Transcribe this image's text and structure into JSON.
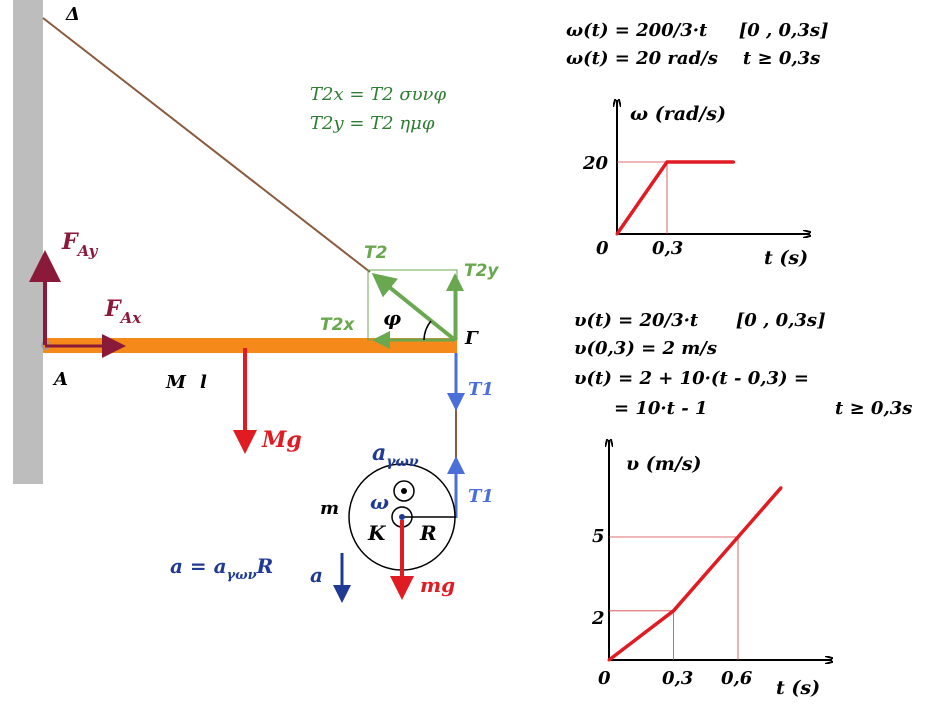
{
  "colors": {
    "wall": "#bdbdbd",
    "rod": "#f58a1a",
    "rope": "#8b5a3c",
    "dark_red": "#8b1a3a",
    "red": "#e11b22",
    "green": "#6aa84f",
    "green_text": "#2e7d32",
    "blue": "#4a6fd8",
    "navy": "#1f3a93",
    "graph_red": "#e11b22",
    "guide": "#d04040",
    "black": "#000000"
  },
  "labels": {
    "delta": "Δ",
    "A": "A",
    "gamma": "Γ",
    "F_Ay_main": "F",
    "F_Ay_sub": "Ay",
    "F_Ax_main": "F",
    "F_Ax_sub": "Ax",
    "M": "M",
    "l": "l",
    "Mg": "Mg",
    "T2": "T2",
    "T2x": "T2x",
    "T2y": "T2y",
    "phi": "φ",
    "T1_top": "T1",
    "T1_bottom": "T1",
    "a_gwn_main": "a",
    "a_gwn_sub": "γων",
    "omega": "ω",
    "m": "m",
    "K": "K",
    "R": "R",
    "mg": "mg",
    "a_eq_main": "a = a",
    "a_eq_sub": "γων",
    "a_eq_R": "R",
    "a": "a"
  },
  "equations": {
    "t2x": "T2x = T2 συνφ",
    "t2y": "T2y = T2 ημφ",
    "omega_line1": "ω(t) = 200/3·t     [0 , 0,3s]",
    "omega_line2": "ω(t) = 20 rad/s    t ≥ 0,3s",
    "v_line1": "υ(t) = 20/3·t      [0 , 0,3s]",
    "v_line2": "υ(0,3) = 2 m/s",
    "v_line3": "υ(t) = 2 + 10·(t - 0,3) =",
    "v_line4": "= 10·t - 1",
    "v_line4_cond": "t ≥ 0,3s"
  },
  "chart_data": [
    {
      "type": "line",
      "ylabel": "ω (rad/s)",
      "xlabel": "t (s)",
      "origin_label": "0",
      "x_tick_labels": [
        "0,3"
      ],
      "y_tick_labels": [
        "20"
      ],
      "series": [
        {
          "x": [
            0,
            0.3,
            0.7
          ],
          "y": [
            0,
            20,
            20
          ]
        }
      ]
    },
    {
      "type": "line",
      "ylabel": "υ (m/s)",
      "xlabel": "t (s)",
      "origin_label": "0",
      "x_tick_labels": [
        "0,3",
        "0,6"
      ],
      "y_tick_labels": [
        "2",
        "5"
      ],
      "series": [
        {
          "x": [
            0,
            0.3,
            0.6,
            0.8
          ],
          "y": [
            0,
            2,
            5,
            7
          ]
        }
      ]
    }
  ]
}
